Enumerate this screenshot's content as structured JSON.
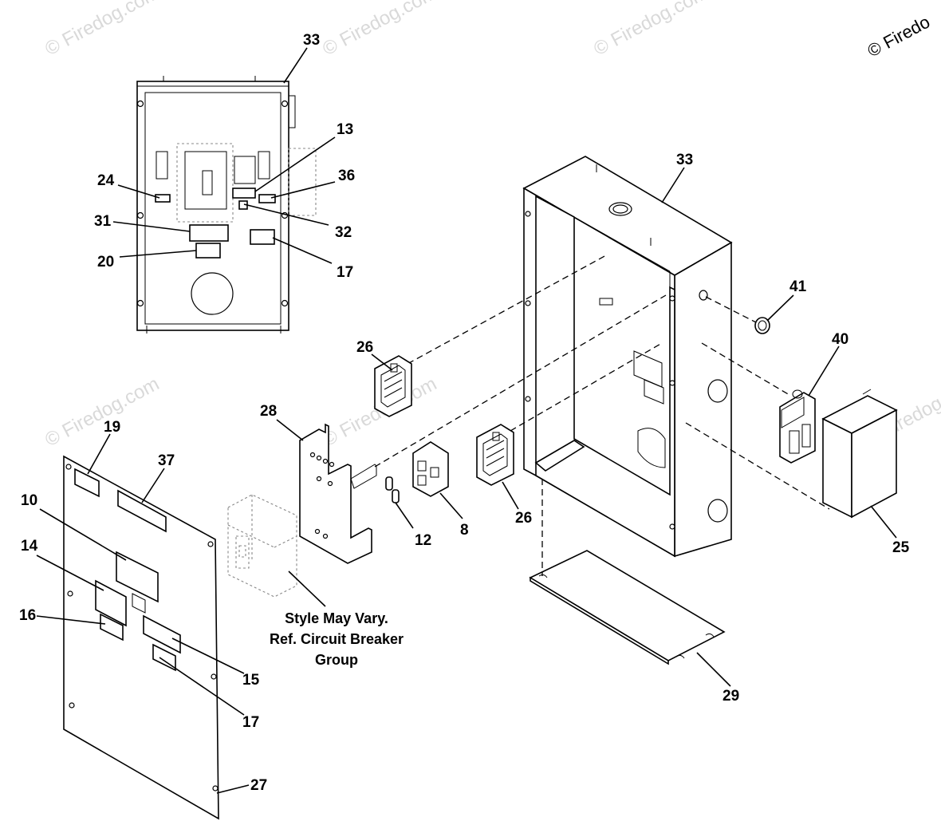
{
  "copyright": "© Firedo",
  "watermark": "© Firedog.com",
  "callouts": {
    "c33_top": "33",
    "c13": "13",
    "c24": "24",
    "c36": "36",
    "c31": "31",
    "c32": "32",
    "c20": "20",
    "c17_top": "17",
    "c33_right": "33",
    "c41": "41",
    "c26_a": "26",
    "c40": "40",
    "c28": "28",
    "c26_b": "26",
    "c12": "12",
    "c8": "8",
    "c25": "25",
    "c19": "19",
    "c37": "37",
    "c10": "10",
    "c14": "14",
    "c16": "16",
    "c15": "15",
    "c17_bottom": "17",
    "c27": "27",
    "c29": "29"
  },
  "note": {
    "line1": "Style May Vary.",
    "line2": "Ref. Circuit Breaker",
    "line3": "Group"
  }
}
